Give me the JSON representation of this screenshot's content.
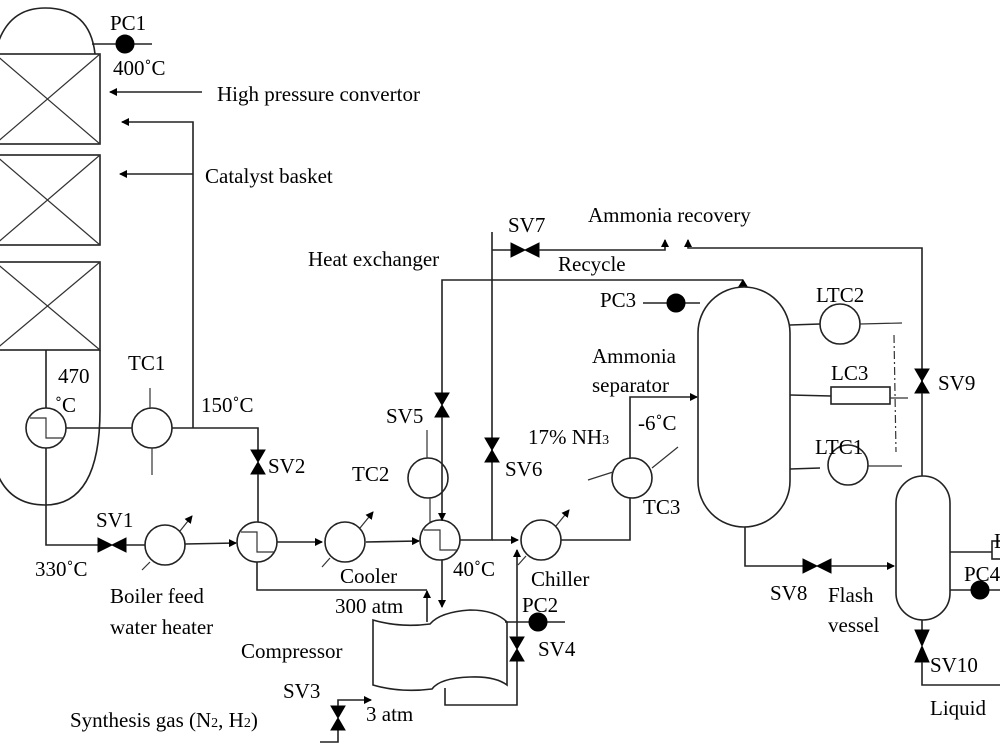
{
  "labels": {
    "pc1": "PC1",
    "t400": "400˚C",
    "hp_convertor": "High pressure convertor",
    "catalyst_basket": "Catalyst basket",
    "heat_exchanger": "Heat exchanger",
    "sv7": "SV7",
    "ammonia_recovery": "Ammonia  recovery",
    "recycle": "Recycle",
    "pc3": "PC3",
    "ltc2": "LTC2",
    "ammonia": "Ammonia",
    "separator": "separator",
    "lc3": "LC3",
    "sv9": "SV9",
    "t470a": "470",
    "t470b": "˚C",
    "tc1": "TC1",
    "t150": "150˚C",
    "sv5": "SV5",
    "nh3": "17% NH",
    "nh3_sub": "3",
    "tm6": "-6˚C",
    "ltc1": "LTC1",
    "sv2": "SV2",
    "tc2": "TC2",
    "sv6": "SV6",
    "tc3": "TC3",
    "sv1": "SV1",
    "t330": "330˚C",
    "cooler": "Cooler",
    "t40": "40˚C",
    "chiller": "Chiller",
    "boiler1": "Boiler feed",
    "boiler2": "water heater",
    "atm300": "300 atm",
    "pc2": "PC2",
    "sv8": "SV8",
    "flash1": "Flash",
    "flash2": "vessel",
    "lc4_partial": "L",
    "pc4_partial": "PC4",
    "compressor": "Compressor",
    "sv4": "SV4",
    "sv3": "SV3",
    "sv10": "SV10",
    "synthesis": "Synthesis gas (N",
    "syn_sub1": "2",
    "syn_mid": ", H",
    "syn_sub2": "2",
    "syn_end": ")",
    "atm3": "3 atm",
    "liquid": "Liquid"
  }
}
